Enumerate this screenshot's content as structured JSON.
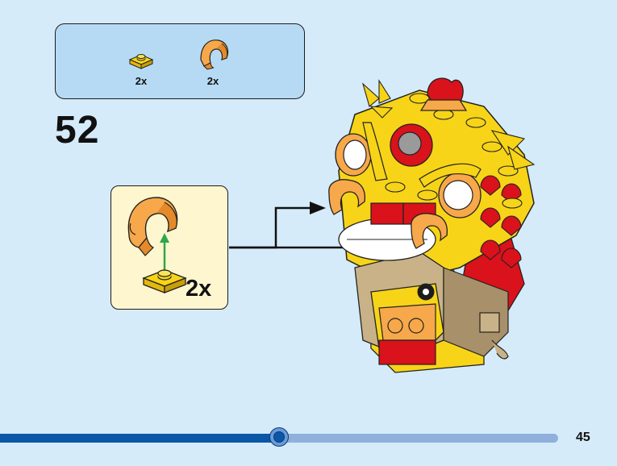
{
  "parts_list": {
    "items": [
      {
        "icon": "yellow-plate-1x1-icon",
        "qty": "2x"
      },
      {
        "icon": "orange-curved-arch-icon",
        "qty": "2x"
      }
    ]
  },
  "step": {
    "number": "52"
  },
  "callout": {
    "qty": "2x"
  },
  "progress": {
    "value": 0.5
  },
  "page": {
    "number": "45"
  },
  "colors": {
    "background": "#d5ebfa",
    "parts_box": "#b7daf4",
    "callout": "#fdf6cf",
    "progress_done": "#0b57a7",
    "progress_remaining": "#8eb0db",
    "lion_yellow": "#f7d417",
    "lion_orange": "#f7a84a",
    "lion_red": "#d9121b"
  }
}
